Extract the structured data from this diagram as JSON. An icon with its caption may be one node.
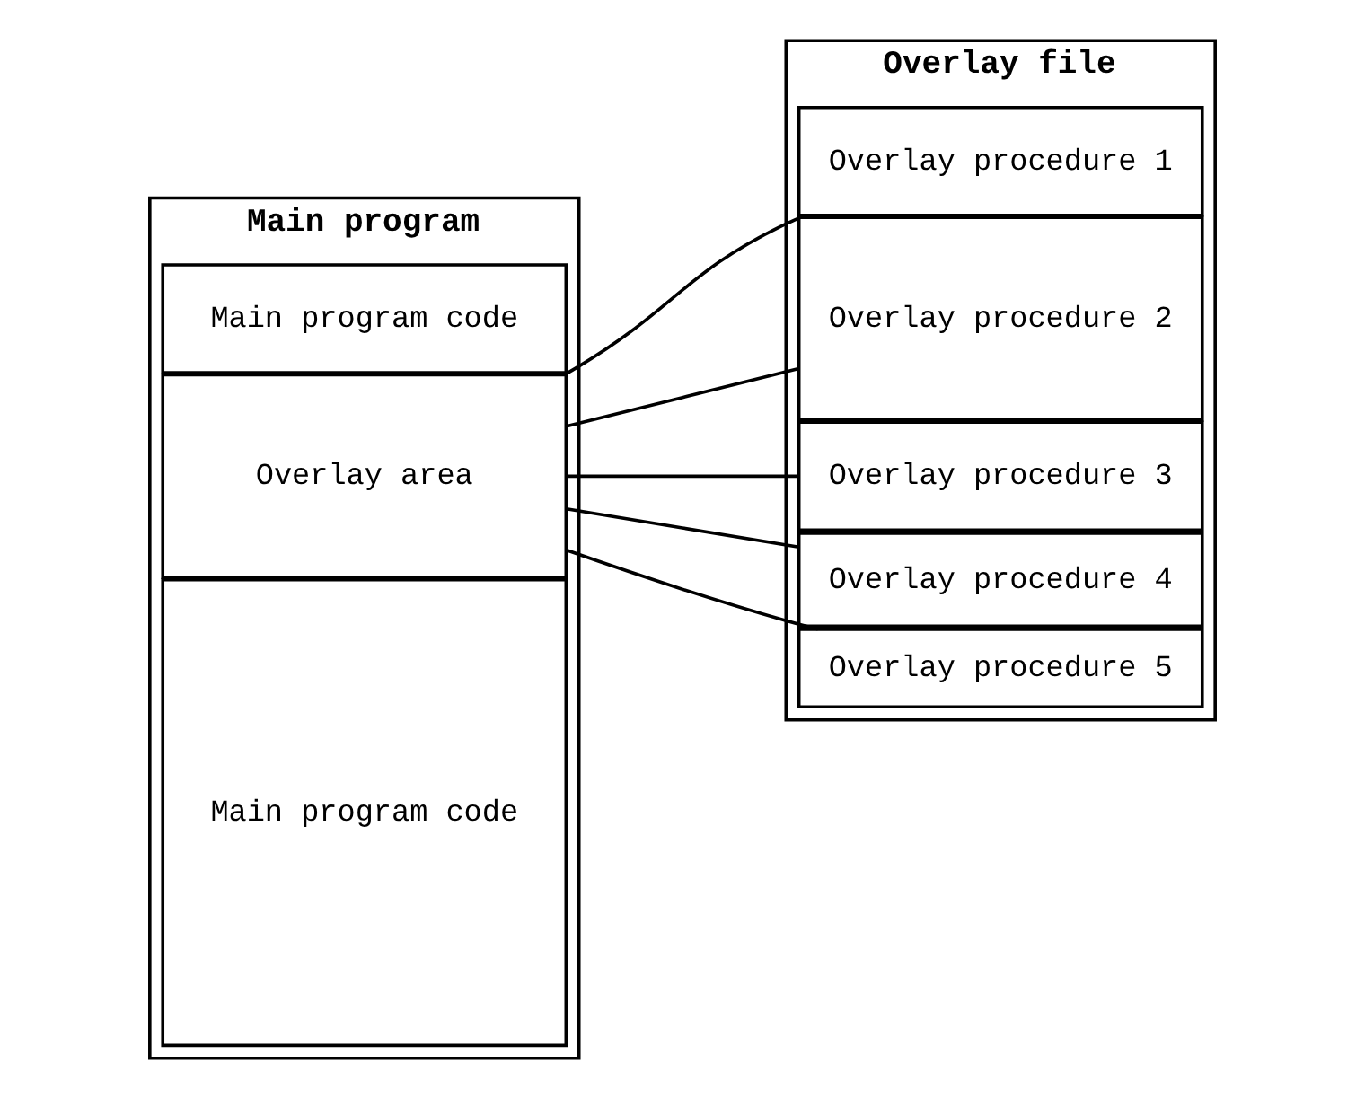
{
  "diagram": {
    "nodes": [
      {
        "text": [
          "Main program"
        ]
      },
      {
        "text": [
          "Main program code"
        ],
        "in": 0
      },
      {
        "text": [
          "Overlay area"
        ],
        "in": 0
      },
      {
        "text": [
          "Main program code"
        ],
        "in": 0
      },
      {
        "text": [
          "Overlay file"
        ]
      },
      {
        "text": [
          "Overlay procedure 1"
        ],
        "in": 4
      },
      {
        "text": [
          "Overlay procedure 2"
        ],
        "in": 4
      },
      {
        "text": [
          "Overlay procedure 3"
        ],
        "in": 4
      },
      {
        "text": [
          "Overlay procedure 4"
        ],
        "in": 4
      },
      {
        "text": [
          "Overlay procedure 5"
        ],
        "in": 4
      }
    ],
    "edges": [
      {
        "from": 2,
        "to": 5,
        "arrow": "none"
      },
      {
        "from": 2,
        "to": 6,
        "arrow": "none"
      },
      {
        "from": 2,
        "to": 7,
        "arrow": "none"
      },
      {
        "from": 2,
        "to": 8,
        "arrow": "none"
      },
      {
        "from": 2,
        "to": 9,
        "arrow": "none"
      }
    ]
  }
}
